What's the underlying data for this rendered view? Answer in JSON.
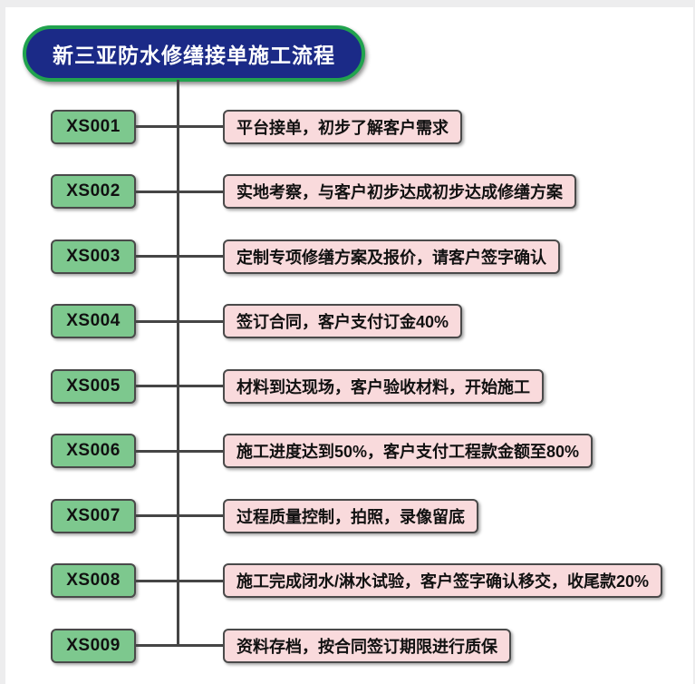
{
  "page": {
    "frame_background": "#ededee",
    "canvas_background": "#ffffff"
  },
  "title": {
    "text": "新三亚防水修缮接单施工流程",
    "fill": "#1b2a87",
    "border": "#21a34e",
    "text_color": "#ffffff"
  },
  "flow": {
    "line_color": "#454545",
    "node_border": "#4a4a4a",
    "code_box": {
      "fill": "#7dc88e",
      "text_color": "#111111"
    },
    "desc_box": {
      "fill": "#f9dadc",
      "text_color": "#111111"
    },
    "steps": [
      {
        "code": "XS001",
        "desc": "平台接单，初步了解客户需求"
      },
      {
        "code": "XS002",
        "desc": "实地考察，与客户初步达成初步达成修缮方案"
      },
      {
        "code": "XS003",
        "desc": "定制专项修缮方案及报价，请客户签字确认"
      },
      {
        "code": "XS004",
        "desc": "签订合同，客户支付订金40%"
      },
      {
        "code": "XS005",
        "desc": "材料到达现场，客户验收材料，开始施工"
      },
      {
        "code": "XS006",
        "desc": "施工进度达到50%，客户支付工程款金额至80%"
      },
      {
        "code": "XS007",
        "desc": "过程质量控制，拍照，录像留底"
      },
      {
        "code": "XS008",
        "desc": "施工完成闭水/淋水试验，客户签字确认移交，收尾款20%"
      },
      {
        "code": "XS009",
        "desc": "资料存档，按合同签订期限进行质保"
      }
    ]
  }
}
